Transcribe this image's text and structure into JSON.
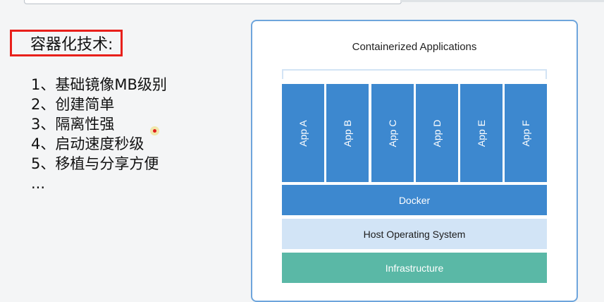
{
  "heading": "容器化技术:",
  "list": [
    "1、基础镜像MB级别",
    "2、创建简单",
    "3、隔离性强",
    "4、启动速度秒级",
    "5、移植与分享方便",
    "..."
  ],
  "diagram": {
    "title": "Containerized Applications",
    "apps": [
      "App A",
      "App B",
      "App C",
      "App D",
      "App E",
      "App F"
    ],
    "layers": {
      "docker": "Docker",
      "host_os": "Host Operating System",
      "infrastructure": "Infrastructure"
    },
    "colors": {
      "app": "#3d88cf",
      "docker": "#3d88cf",
      "host_os": "#d2e4f6",
      "infrastructure": "#5ab8a6",
      "card_border": "#6ea5dc",
      "highlight_box": "#e8201b"
    }
  }
}
